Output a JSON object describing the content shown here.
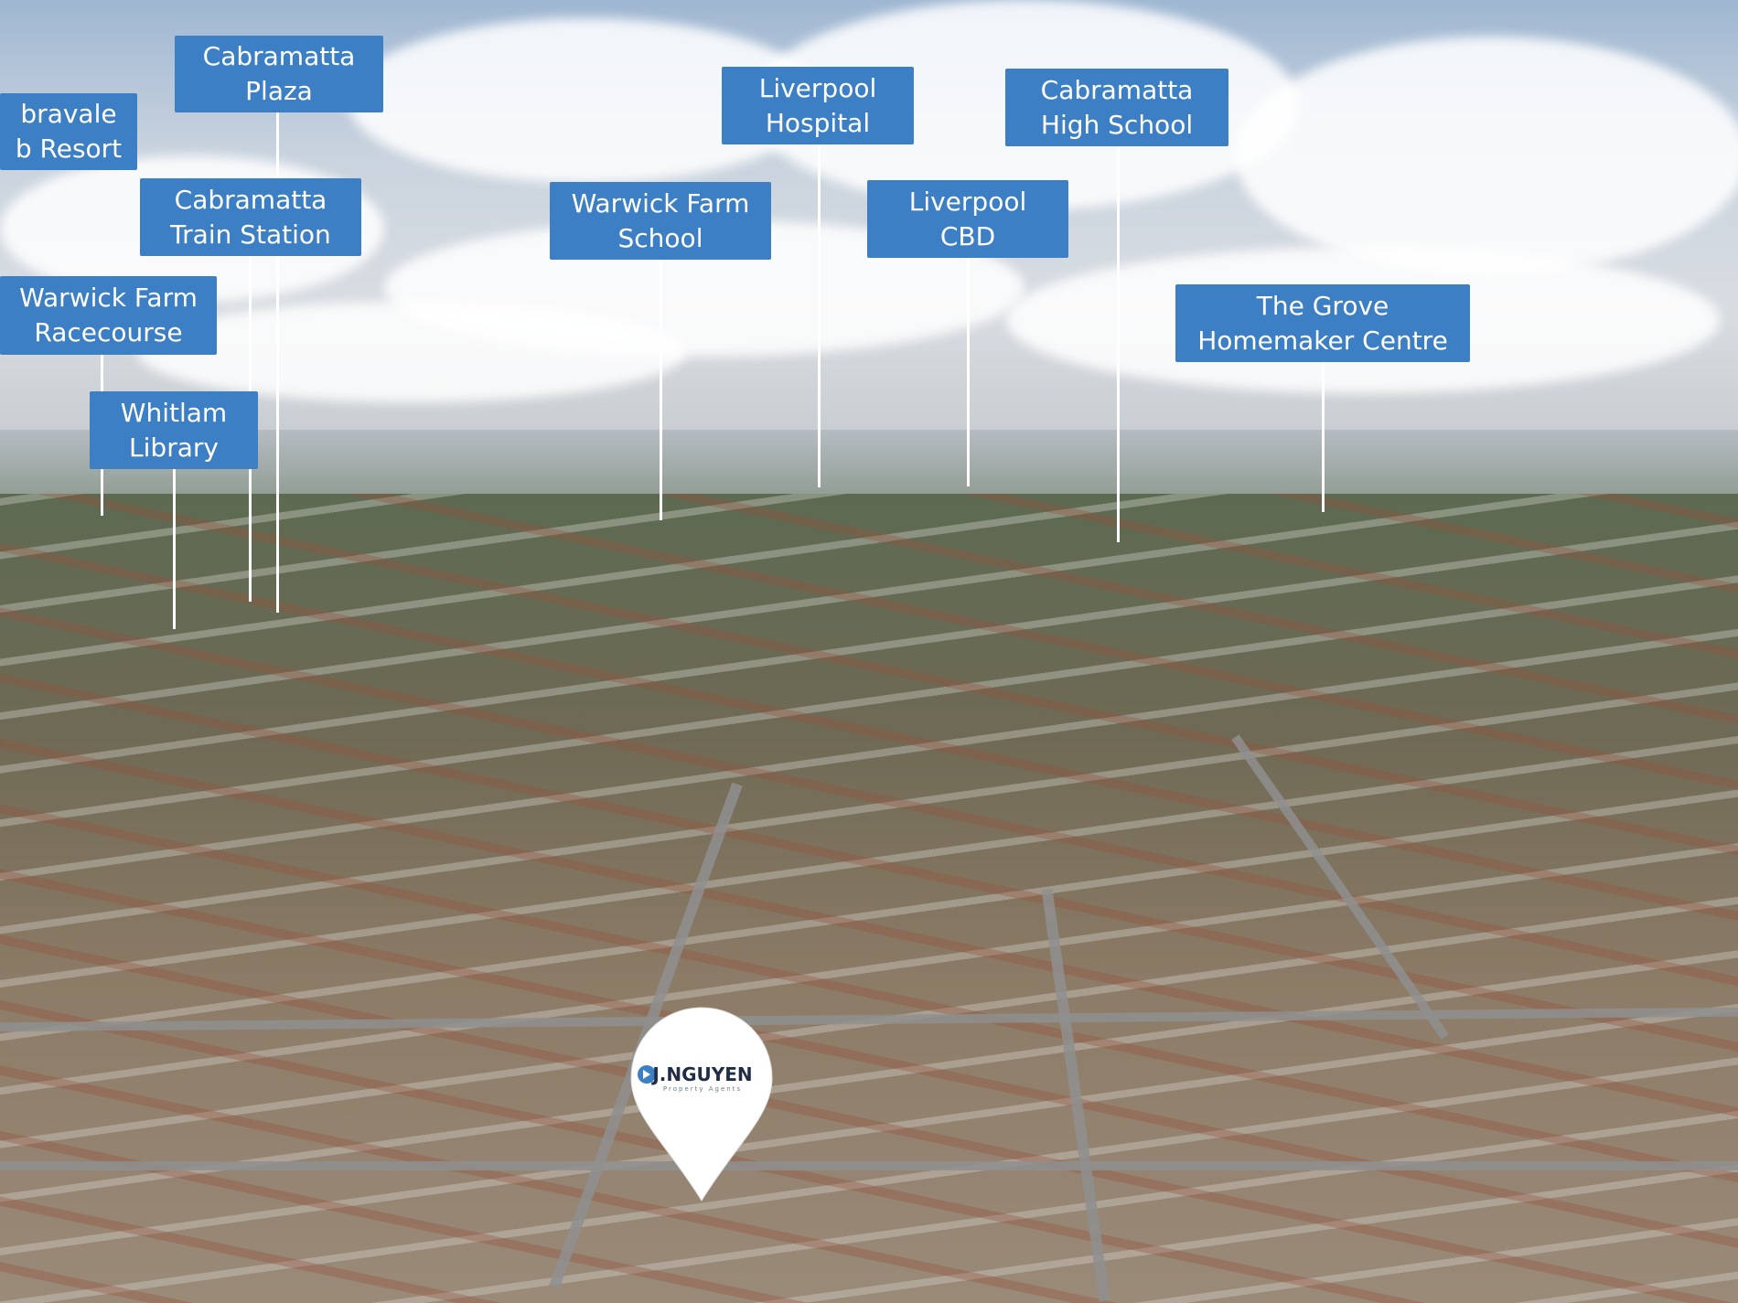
{
  "image": {
    "description_colors": {
      "label_bg": "#3d7fc4",
      "label_text": "#ffffff",
      "pole": "#ffffff"
    }
  },
  "labels": [
    {
      "id": "cabravale",
      "lines": [
        "bravale",
        "b Resort"
      ]
    },
    {
      "id": "cabramatta-plaza",
      "lines": [
        "Cabramatta",
        "Plaza"
      ]
    },
    {
      "id": "cabramatta-train-station",
      "lines": [
        "Cabramatta",
        "Train Station"
      ]
    },
    {
      "id": "warwick-farm-racecourse",
      "lines": [
        "Warwick Farm",
        "Racecourse"
      ]
    },
    {
      "id": "whitlam-library",
      "lines": [
        "Whitlam",
        "Library"
      ]
    },
    {
      "id": "warwick-farm-school",
      "lines": [
        "Warwick Farm",
        "School"
      ]
    },
    {
      "id": "liverpool-hospital",
      "lines": [
        "Liverpool",
        "Hospital"
      ]
    },
    {
      "id": "liverpool-cbd",
      "lines": [
        "Liverpool",
        "CBD"
      ]
    },
    {
      "id": "cabramatta-high-school",
      "lines": [
        "Cabramatta",
        "High School"
      ]
    },
    {
      "id": "the-grove-homemaker-centre",
      "lines": [
        "The Grove",
        "Homemaker Centre"
      ]
    }
  ],
  "pin": {
    "brand": "J.NGUYEN",
    "subtitle": "Property Agents"
  }
}
